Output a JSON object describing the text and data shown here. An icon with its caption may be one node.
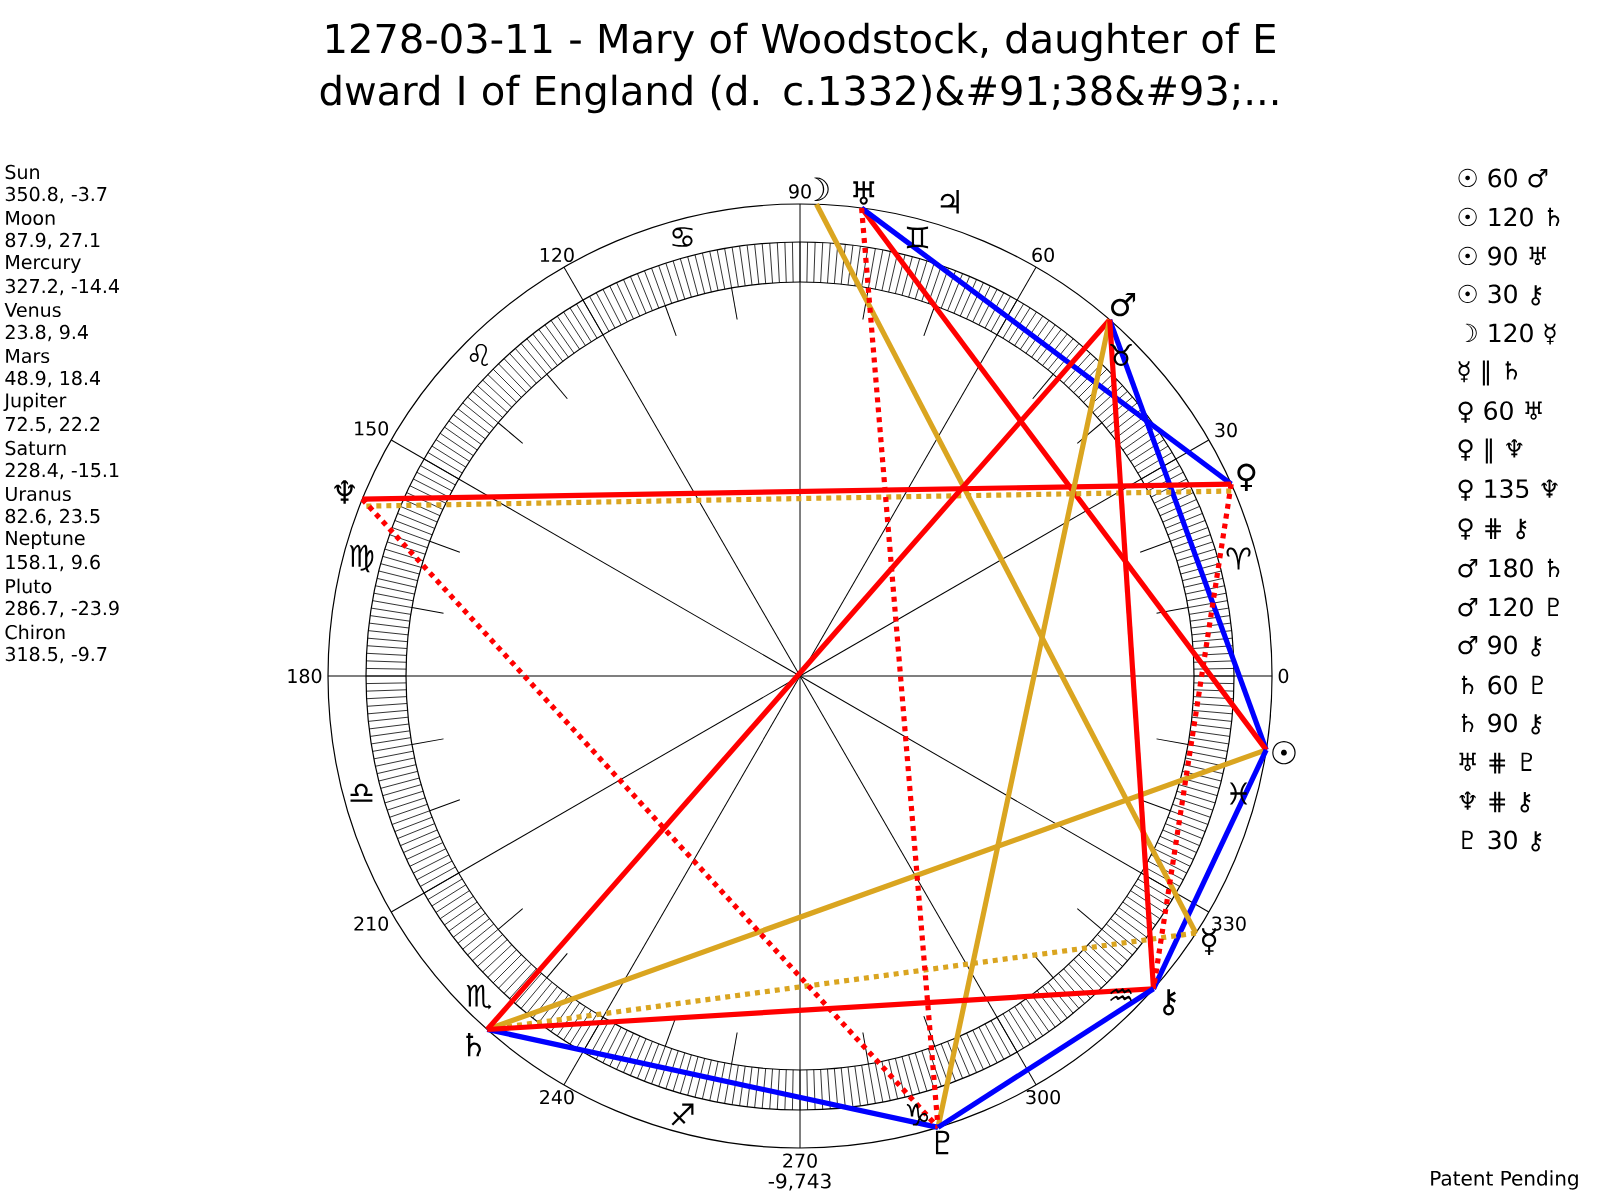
{
  "diagram": {
    "title": "1278-03-11 - Mary of Woodstock, daughter of E dward I of England (d. c.1332)&#91;38&#93;...",
    "nodes": [
      {
        "text": [
          "☉"
        ]
      },
      {
        "text": [
          "☽"
        ]
      },
      {
        "text": [
          "☿"
        ]
      },
      {
        "text": [
          "♀"
        ]
      },
      {
        "text": [
          "♂"
        ]
      },
      {
        "text": [
          "♄"
        ]
      },
      {
        "text": [
          "♅"
        ]
      },
      {
        "text": [
          "♆"
        ]
      },
      {
        "text": [
          "♇"
        ]
      },
      {
        "text": [
          "⚷"
        ]
      }
    ],
    "edges": [
      {
        "from": 0,
        "to": 4,
        "arrow": "none",
        "color": "#0000ff"
      },
      {
        "from": 0,
        "to": 5,
        "arrow": "none",
        "color": "#daa520"
      },
      {
        "from": 0,
        "to": 6,
        "arrow": "none"
      },
      {
        "from": 0,
        "to": 9,
        "arrow": "none",
        "color": "#0000ff"
      },
      {
        "from": 1,
        "to": 2,
        "arrow": "none",
        "color": "#daa520"
      },
      {
        "from": 2,
        "to": 5,
        "arrow": "none",
        "color": "#daa520",
        "style": "dashed"
      },
      {
        "from": 3,
        "to": 6,
        "arrow": "none",
        "color": "#0000ff"
      },
      {
        "from": 3,
        "to": 7,
        "arrow": "none",
        "color": "#daa520",
        "style": "dashed"
      },
      {
        "from": 3,
        "to": 7,
        "arrow": "none"
      },
      {
        "from": 3,
        "to": 9,
        "arrow": "none",
        "style": "dashed"
      },
      {
        "from": 4,
        "to": 5,
        "arrow": "none"
      },
      {
        "from": 4,
        "to": 8,
        "arrow": "none",
        "color": "#daa520"
      },
      {
        "from": 4,
        "to": 9,
        "arrow": "none"
      },
      {
        "from": 5,
        "to": 8,
        "arrow": "none",
        "color": "#0000ff"
      },
      {
        "from": 5,
        "to": 9,
        "arrow": "none"
      },
      {
        "from": 6,
        "to": 8,
        "arrow": "none",
        "style": "dashed"
      },
      {
        "from": 7,
        "to": 8,
        "arrow": "none",
        "style": "dashed"
      },
      {
        "from": 8,
        "to": 9,
        "arrow": "none",
        "color": "#0000ff"
      }
    ],
    "labels": [
      "Sun",
      "350.8, -3.7",
      "Moon",
      "87.9, 27.1",
      "Mercury",
      "327.2, -14.4",
      "Venus",
      "23.8, 9.4",
      "Mars",
      "48.9, 18.4",
      "Jupiter",
      "72.5, 22.2",
      "Saturn",
      "228.4, -15.1",
      "Uranus",
      "82.6, 23.5",
      "Neptune",
      "158.1, 9.6",
      "Pluto",
      "286.7, -23.9",
      "Chiron",
      "318.5, -9.7",
      "0",
      "30",
      "60",
      "90",
      "120",
      "150",
      "180",
      "210",
      "240",
      "270",
      "300",
      "330",
      "♈",
      "♉",
      "♊",
      "♋",
      "♌",
      "♍",
      "♎",
      "♏",
      "♐",
      "♑",
      "♒",
      "♓",
      "♃",
      "☉ 60 ♂",
      "☉ 120 ♄",
      "☉ 90 ♅",
      "☉ 30 ⚷",
      "☽ 120 ☿",
      "☿ ‖ ♄",
      "♀ 60 ♅",
      "♀ ‖ ♆",
      "♀ 135 ♆",
      "♀ ⋕ ⚷",
      "♂ 180 ♄",
      "♂ 120 ♇",
      "♂ 90 ⚷",
      "♄ 60 ♇",
      "♄ 90 ⚷",
      "♅ ⋕ ♇",
      "♆ ⋕ ⚷",
      "♇ 30 ⚷",
      "-9,743",
      "Patent Pending"
    ]
  }
}
